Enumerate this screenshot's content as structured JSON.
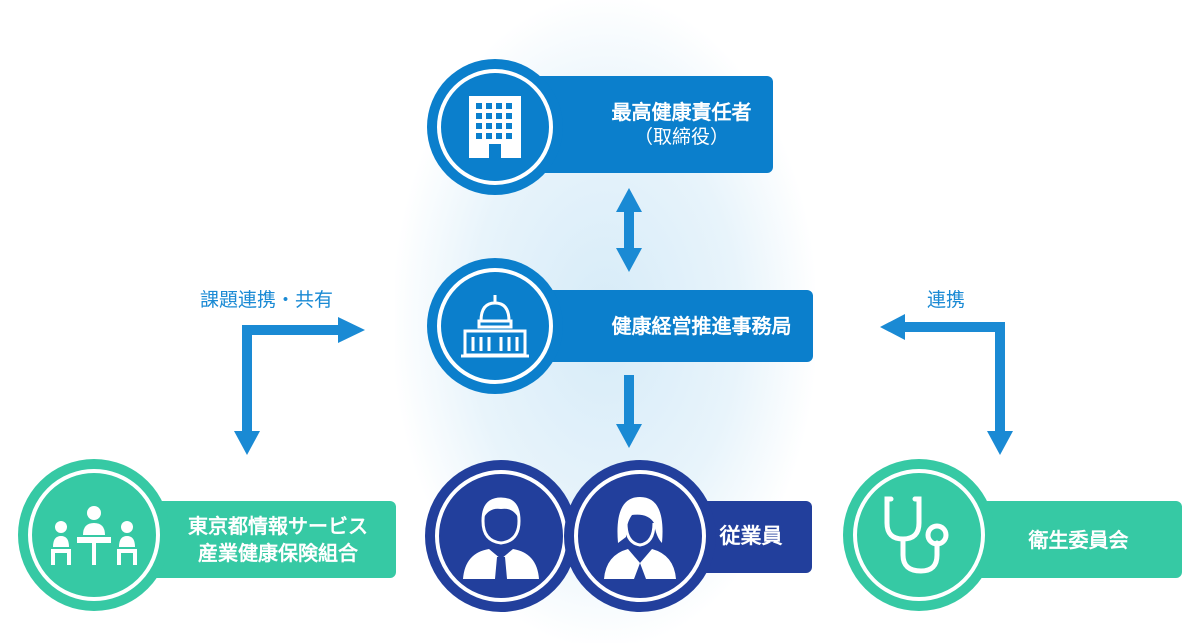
{
  "top": {
    "title": "最高健康責任者",
    "subtitle": "（取締役）",
    "icon": "office-building-icon"
  },
  "middle": {
    "title": "健康経営推進事務局",
    "icon": "capitol-building-icon"
  },
  "bottom": {
    "title": "従業員",
    "icons": [
      "male-employee-icon",
      "female-employee-icon"
    ]
  },
  "left": {
    "line1": "東京都情報サービス",
    "line2": "産業健康保険組合",
    "icon": "meeting-people-icon"
  },
  "right": {
    "title": "衛生委員会",
    "icon": "stethoscope-icon"
  },
  "labels": {
    "left": "課題連携・共有",
    "right": "連携"
  },
  "colors": {
    "blue": "#0b7fcc",
    "navy": "#223f9c",
    "green": "#36c9a4"
  }
}
